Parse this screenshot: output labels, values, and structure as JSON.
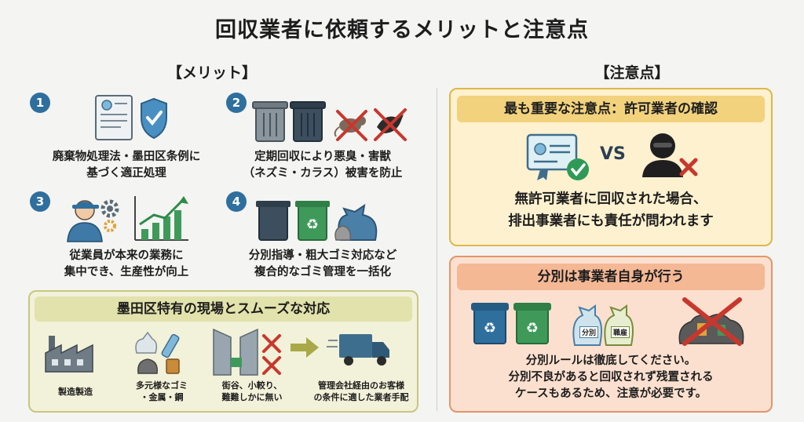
{
  "title": "回収業者に依頼するメリットと注意点",
  "merit": {
    "header": "【メリット】",
    "items": [
      {
        "number": "1",
        "lines": [
          "廃棄物処理法・墨田区条例に",
          "基づく適正処理"
        ]
      },
      {
        "number": "2",
        "lines": [
          "定期回収により悪臭・害獣",
          "（ネズミ・カラス）被害を防止"
        ]
      },
      {
        "number": "3",
        "lines": [
          "従業員が本来の業務に",
          "集中でき、生産性が向上"
        ]
      },
      {
        "number": "4",
        "lines": [
          "分別指導・粗大ゴミ対応など",
          "複合的なゴミ管理を一括化"
        ]
      }
    ],
    "special": {
      "title": "墨田区特有の現場とスムーズな対応",
      "items": [
        {
          "lines": [
            "製造製造"
          ]
        },
        {
          "lines": [
            "多元様なゴミ",
            "・金属・鋼"
          ]
        },
        {
          "lines": [
            "街谷、小較り、",
            "難難しかに無い"
          ]
        },
        {
          "lines": [
            "管理会社経由のお客様",
            "の条件に適した業者手配"
          ]
        }
      ]
    }
  },
  "caution": {
    "header": "【注意点】",
    "permit": {
      "title": "最も重要な注意点：許可業者の確認",
      "vs": "VS",
      "lines": [
        "無許可業者に回収された場合、",
        "排出事業者にも責任が問われます"
      ]
    },
    "separation": {
      "title": "分別は事業者自身が行う",
      "bag_labels": [
        "分別",
        "職雇"
      ],
      "lines": [
        "分別ルールは徹底してください。",
        "分別不良があると回収されず残置される",
        "ケースもあるため、注意が必要です。"
      ]
    }
  },
  "colors": {
    "number_badge": "#2f6f9e",
    "special_bg": "#f2f1d9",
    "permit_bg": "#fdf1cf",
    "separation_bg": "#fbe0cf",
    "cross": "#c8372d",
    "check": "#2f9a57"
  }
}
